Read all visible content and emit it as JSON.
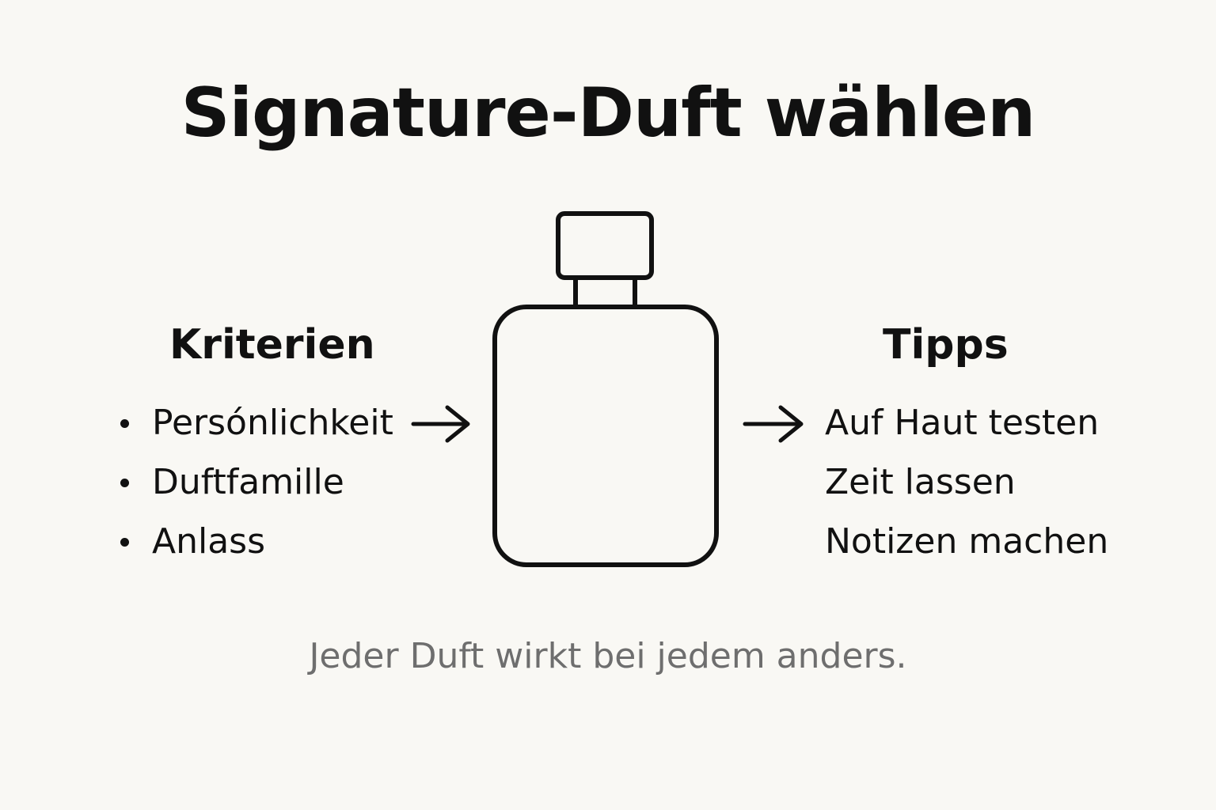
{
  "title": "Signature-Duft wählen",
  "criteria": {
    "heading": "Kriterien",
    "items": [
      "Persónlichkeit",
      "Duftfamille",
      "Anlass"
    ]
  },
  "tips": {
    "heading": "Tipps",
    "items": [
      "Auf Haut testen",
      "Zeit lassen",
      "Notizen machen"
    ]
  },
  "footer": "Jeder Duft wirkt bei jedem anders.",
  "icons": {
    "center": "perfume-bottle-icon",
    "left_arrow": "arrow-right-icon",
    "right_arrow": "arrow-right-icon"
  },
  "colors": {
    "background": "#f9f8f4",
    "text": "#111111",
    "muted_text": "#6e6e6e"
  }
}
